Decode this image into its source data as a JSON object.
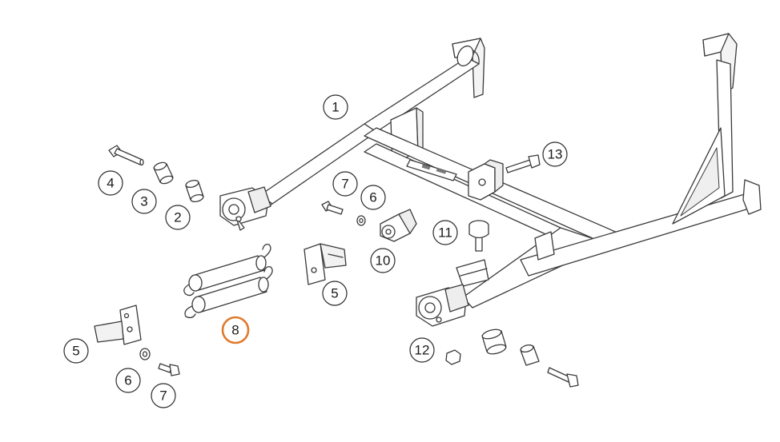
{
  "callouts": [
    {
      "id": "c1",
      "label": "1",
      "highlight": false
    },
    {
      "id": "c2",
      "label": "2",
      "highlight": false
    },
    {
      "id": "c3",
      "label": "3",
      "highlight": false
    },
    {
      "id": "c4",
      "label": "4",
      "highlight": false
    },
    {
      "id": "c5a",
      "label": "5",
      "highlight": false
    },
    {
      "id": "c5b",
      "label": "5",
      "highlight": false
    },
    {
      "id": "c6a",
      "label": "6",
      "highlight": false
    },
    {
      "id": "c6b",
      "label": "6",
      "highlight": false
    },
    {
      "id": "c7a",
      "label": "7",
      "highlight": false
    },
    {
      "id": "c7b",
      "label": "7",
      "highlight": false
    },
    {
      "id": "c8",
      "label": "8",
      "highlight": true
    },
    {
      "id": "c10",
      "label": "10",
      "highlight": false
    },
    {
      "id": "c11",
      "label": "11",
      "highlight": false
    },
    {
      "id": "c12",
      "label": "12",
      "highlight": false
    },
    {
      "id": "c13",
      "label": "13",
      "highlight": false
    }
  ],
  "colors": {
    "line": "#3a3a3a",
    "callout_circle": "#2a2a2a",
    "highlight": "#e07a2e",
    "part_fill": "#ffffff",
    "shade": "#e6e6e6"
  }
}
